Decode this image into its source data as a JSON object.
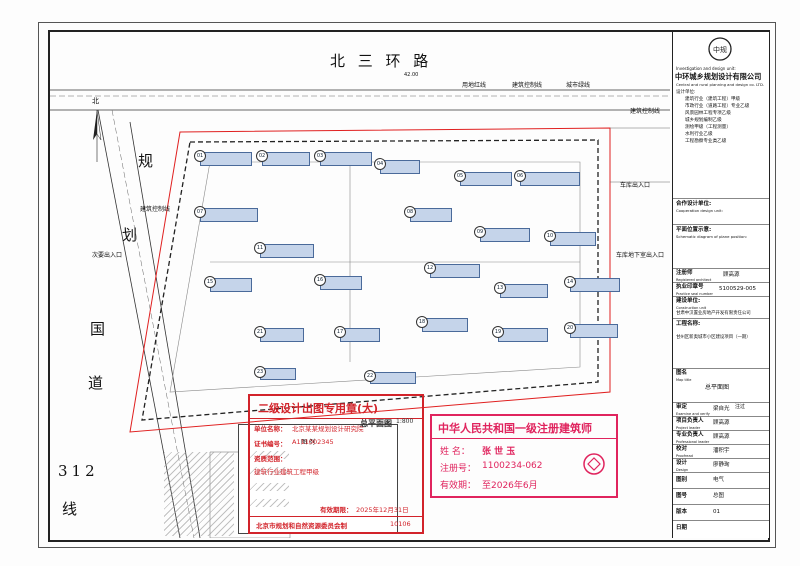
{
  "roads": {
    "north": "北 三 环 路",
    "west_line1": "规",
    "west_line2": "划",
    "west_line3": "国",
    "west_line4": "道",
    "west_line5": "312",
    "west_line6": "线",
    "compass": "北"
  },
  "site_labels": {
    "land_red_line": "用地红线",
    "building_control_line": "建筑控制线",
    "city_green_line": "城市绿线",
    "building_control_line_2": "建筑控制线",
    "building_control_line_3": "建筑控制线",
    "secondary_entrance": "次要出入口",
    "underground_entrance": "车库地下室出入口",
    "motor_entrance": "车库出入口",
    "elevation": "42.00"
  },
  "buildings": [
    "01",
    "02",
    "03",
    "04",
    "05",
    "06",
    "07",
    "08",
    "09",
    "10",
    "11",
    "12",
    "13",
    "14",
    "15",
    "16",
    "17",
    "18",
    "19",
    "20",
    "21",
    "22",
    "23"
  ],
  "title_block": {
    "logo_text": "中规",
    "company_cn": "中环城乡规划设计有限公司",
    "company_en": "Central and rural planning and design co. LTD.",
    "investigation": "Investigation and design unit:",
    "design_unit_label": "设计单位:",
    "cert_lines": [
      "建筑行业（建筑工程）甲级",
      "市政行业（道路工程）专业乙级",
      "风景园林工程专项乙级",
      "城乡规划编制乙级",
      "测绘甲级（工程测量）",
      "水利行业乙级",
      "工程勘察专业类乙级"
    ],
    "cooperation_unit": "合作设计单位:",
    "cooperation_en": "Cooperation design unit:",
    "drawing_title_label": "平面位置示意:",
    "drawing_title_en": "Schematic diagram of plane position:",
    "registered_architect_label": "注册师",
    "registered_architect_en": "Registered architect",
    "registered_architect_value": "顾高源",
    "license_label": "执业印章号",
    "license_en": "Practice seal number",
    "license_value": "5100529-005",
    "owner_label": "建设单位:",
    "owner_en": "Construction unit",
    "owner_value": "甘肃中汉置业房地产开发有限责任公司",
    "project_label": "工程名称:",
    "project_value": "甘州区新奥城市小区建设项目（一期）",
    "drawing_name_label": "图名",
    "drawing_name_en": "Map title",
    "drawing_name_value": "总平面图",
    "roles": [
      {
        "role": "审定",
        "en": "Examine and verify",
        "name": "梁自光"
      },
      {
        "role": "项目负责人",
        "en": "Project leader",
        "name": "顾高源"
      },
      {
        "role": "专业负责人",
        "en": "Professional leader",
        "name": "顾高源"
      },
      {
        "role": "校对",
        "en": "Proofread",
        "name": "潘积宇"
      },
      {
        "role": "设计",
        "en": "Design",
        "name": "廖静珣"
      }
    ],
    "review_label": "注过",
    "fields": [
      {
        "label": "图别",
        "value": "电气"
      },
      {
        "label": "图号",
        "value": "总图"
      },
      {
        "label": "版本",
        "value": "01"
      },
      {
        "label": "日期",
        "value": ""
      }
    ]
  },
  "stamp_review": {
    "title": "二级设计出图专用章(大)",
    "unit_label": "单位名称：",
    "unit_value": "北京某某规划设计研究院",
    "cert_no_label": "证书编号：",
    "cert_no_value": "A111002345",
    "scope_label": "资质范围：",
    "scope_value": "建筑行业建筑工程甲级",
    "valid_label": "有效期限：",
    "valid_value": "2025年12月31日",
    "issuer": "北京市规划和自然资源委员会制",
    "code": "10106"
  },
  "stamp_architect": {
    "title": "中华人民共和国一级注册建筑师",
    "name_label": "姓  名：",
    "name_value": "张 世 玉",
    "reg_label": "注册号：",
    "reg_value": "1100234-062",
    "valid_label": "有效期：",
    "valid_value": "至2026年6月"
  },
  "legend": {
    "title": "图  例",
    "drawing_title": "总平面图",
    "scale": "1:800"
  },
  "ids": {
    "colors": {
      "red_stamp": "#d2232a",
      "magenta_stamp": "#e0245e",
      "building_fill": "#c5d4ea",
      "building_stroke": "#4a6a9a",
      "red_line": "#e02020"
    }
  }
}
